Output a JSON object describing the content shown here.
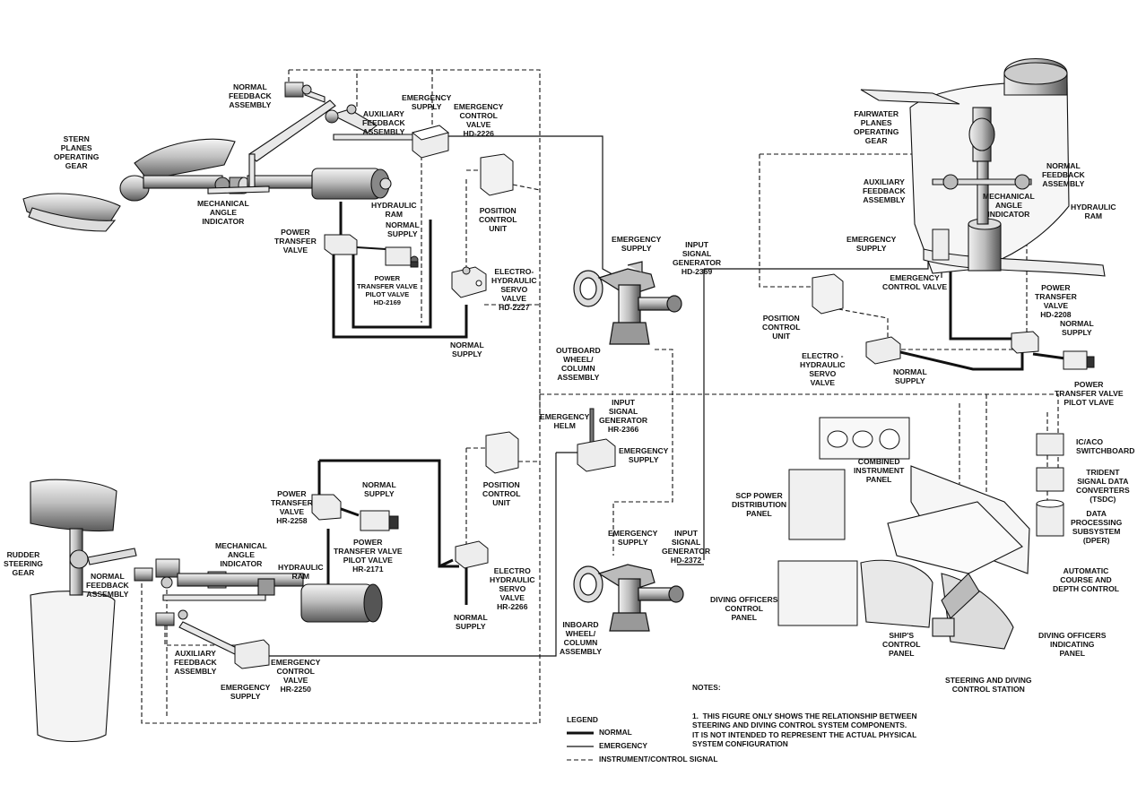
{
  "title": "",
  "labels": {
    "stern_planes_operating_gear": "STERN\nPLANES\nOPERATING\nGEAR",
    "normal_feedback_assembly_top": "NORMAL\nFEEDBACK\nASSEMBLY",
    "auxiliary_feedback_assembly_top": "AUXILIARY\nFEEDBACK\nASSEMBLY",
    "emergency_supply_top": "EMERGENCY\nSUPPLY",
    "emergency_control_valve_hd2226": "EMERGENCY\nCONTROL\nVALVE\nHD-2226",
    "mechanical_angle_indicator_top": "MECHANICAL\nANGLE\nINDICATOR",
    "hydraulic_ram_top": "HYDRAULIC\nRAM",
    "normal_supply_top_left": "NORMAL\nSUPPLY",
    "power_transfer_valve_top": "POWER\nTRANSFER\nVALVE",
    "ptv_pilot_valve_hd2169": "POWER\nTRANSFER VALVE\nPILOT VALVE\nHD-2169",
    "position_control_unit_top": "POSITION\nCONTROL\nUNIT",
    "electro_hydraulic_servo_hd2227": "ELECTRO-\nHYDRAULIC\nSERVO\nVALVE\nHD-2227",
    "normal_supply_servo_top": "NORMAL\nSUPPLY",
    "emergency_supply_center": "EMERGENCY\nSUPPLY",
    "input_signal_generator_hd2369": "INPUT\nSIGNAL\nGENERATOR\nHD-2369",
    "outboard_wheel_column_assembly": "OUTBOARD\nWHEEL/\nCOLUMN\nASSEMBLY",
    "fairwater_planes_operating_gear": "FAIRWATER\nPLANES\nOPERATING\nGEAR",
    "auxiliary_feedback_assembly_right": "AUXILIARY\nFEEDBACK\nASSEMBLY",
    "normal_feedback_assembly_right": "NORMAL\nFEEDBACK\nASSEMBLY",
    "mechanical_angle_indicator_right": "MECHANICAL\nANGLE\nINDICATOR",
    "hydraulic_ram_right": "HYDRAULIC\nRAM",
    "emergency_supply_right": "EMERGENCY\nSUPPLY",
    "emergency_control_valve_right": "EMERGENCY\nCONTROL VALVE",
    "position_control_unit_right": "POSITION\nCONTROL\nUNIT",
    "electro_hydraulic_servo_right": "ELECTRO -\nHYDRAULIC\nSERVO\nVALVE",
    "normal_supply_servo_right": "NORMAL\nSUPPLY",
    "power_transfer_valve_hd2208": "POWER\nTRANSFER\nVALVE\nHD-2208",
    "normal_supply_right": "NORMAL\nSUPPLY",
    "ptv_pilot_valve_right": "POWER\nTRANSFER VALVE\nPILOT VLAVE",
    "emergency_helm": "EMERGENCY\nHELM",
    "input_signal_generator_hr2366": "INPUT\nSIGNAL\nGENERATOR\nHR-2366",
    "emergency_supply_helm": "EMERGENCY\nSUPPLY",
    "position_control_unit_bottom": "POSITION\nCONTROL\nUNIT",
    "power_transfer_valve_hr2258": "POWER\nTRANSFER\nVALVE\nHR-2258",
    "normal_supply_bottom": "NORMAL\nSUPPLY",
    "ptv_pilot_valve_hr2171": "POWER\nTRANSFER VALVE\nPILOT VALVE\nHR-2171",
    "mechanical_angle_indicator_bottom": "MECHANICAL\nANGLE\nINDICATOR",
    "hydraulic_ram_bottom": "HYDRAULIC\nRAM",
    "rudder_steering_gear": "RUDDER\nSTEERING\nGEAR",
    "normal_feedback_assembly_bottom": "NORMAL\nFEEDBACK\nASSEMBLY",
    "electro_hydraulic_servo_hr2266": "ELECTRO\nHYDRAULIC\nSERVO\nVALVE\nHR-2266",
    "normal_supply_servo_bottom": "NORMAL\nSUPPLY",
    "auxiliary_feedback_assembly_bottom": "AUXILIARY\nFEEDBACK\nASSEMBLY",
    "emergency_control_valve_hr2250": "EMERGENCY\nCONTROL\nVALVE\nHR-2250",
    "emergency_supply_bottom": "EMERGENCY\nSUPPLY",
    "emergency_supply_inboard": "EMERGENCY\nSUPPLY",
    "input_signal_generator_hd2372": "INPUT\nSIGNAL\nGENERATOR\nHD-2372",
    "inboard_wheel_column_assembly": "INBOARD\nWHEEL/\nCOLUMN\nASSEMBLY",
    "combined_instrument_panel": "COMBINED\nINSTRUMENT\nPANEL",
    "scp_power_distribution_panel": "SCP POWER\nDISTRIBUTION\nPANEL",
    "ic_aco_switchboard": "IC/ACO\nSWITCHBOARD",
    "trident_signal_data_converters": "TRIDENT\nSIGNAL DATA\nCONVERTERS\n(TSDC)",
    "data_processing_subsystem": "DATA\nPROCESSING\nSUBSYSTEM\n(DPER)",
    "automatic_course_depth_control": "AUTOMATIC\nCOURSE AND\nDEPTH CONTROL",
    "diving_officers_control_panel": "DIVING OFFICERS\nCONTROL\nPANEL",
    "ships_control_panel": "SHIP'S\nCONTROL\nPANEL",
    "diving_officers_indicating_panel": "DIVING OFFICERS\nINDICATING\nPANEL",
    "steering_diving_control_station": "STEERING AND DIVING\nCONTROL STATION"
  },
  "notes": {
    "heading": "NOTES:",
    "text": "1.  THIS FIGURE ONLY SHOWS THE RELATIONSHIP BETWEEN\nSTEERING AND DIVING CONTROL SYSTEM COMPONENTS.\nIT IS NOT INTENDED TO REPRESENT THE ACTUAL PHYSICAL\nSYSTEM CONFIGURATION"
  },
  "legend": {
    "title": "LEGEND",
    "normal": "NORMAL",
    "emergency": "EMERGENCY",
    "instrument_control_signal": "INSTRUMENT/CONTROL SIGNAL"
  },
  "colors": {
    "ink": "#111111",
    "fill_light": "#e6e6e6",
    "fill_mid": "#bdbdbd",
    "fill_dark": "#6e6e6e"
  }
}
